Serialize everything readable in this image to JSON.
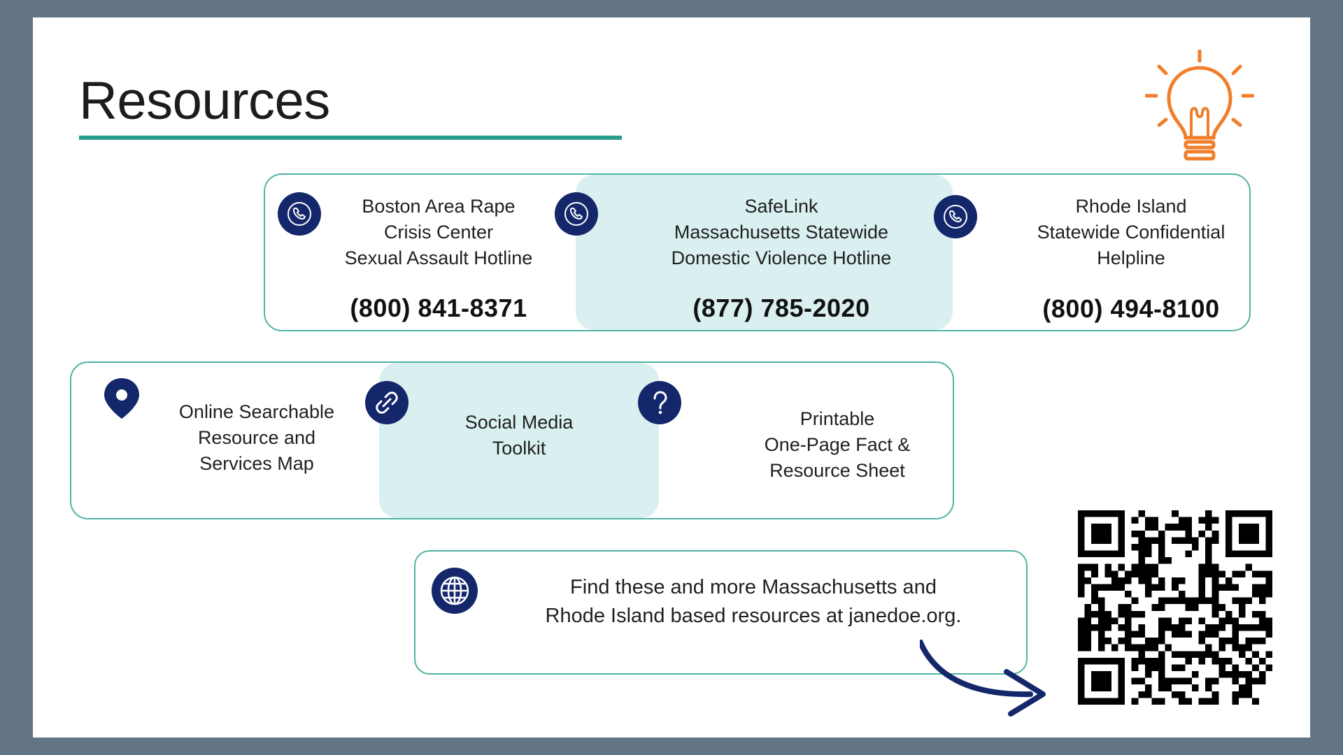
{
  "slide": {
    "title": "Resources",
    "accent_color": "#2a9d8f",
    "icon_color": "#14276b",
    "bulb_color": "#f07e2b"
  },
  "hotlines": [
    {
      "icon": "phone-icon",
      "lines": [
        "Boston Area Rape",
        "Crisis Center",
        "Sexual Assault Hotline"
      ],
      "phone": "(800) 841-8371"
    },
    {
      "icon": "phone-icon",
      "lines": [
        "SafeLink",
        "Massachusetts Statewide",
        "Domestic Violence Hotline"
      ],
      "phone": "(877) 785-2020"
    },
    {
      "icon": "phone-icon",
      "lines": [
        "Rhode Island",
        "Statewide Confidential",
        "Helpline"
      ],
      "phone": "(800) 494-8100"
    }
  ],
  "tools": [
    {
      "icon": "map-pin-icon",
      "lines": [
        "Online Searchable",
        "Resource and",
        "Services Map"
      ]
    },
    {
      "icon": "link-icon",
      "lines": [
        "Social Media",
        "Toolkit"
      ]
    },
    {
      "icon": "question-icon",
      "lines": [
        "Printable",
        "One-Page Fact &",
        "Resource Sheet"
      ]
    }
  ],
  "footer": {
    "icon": "globe-icon",
    "lines": [
      "Find these and more Massachusetts and",
      "Rhode Island based resources at janedoe.org."
    ]
  }
}
